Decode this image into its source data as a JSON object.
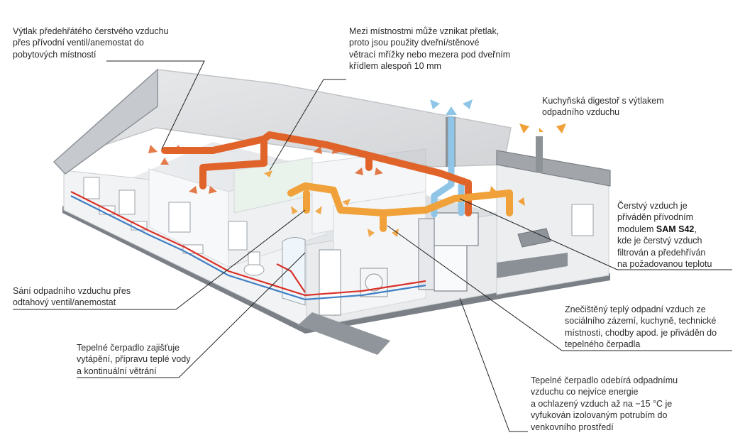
{
  "labels": {
    "supply_air": [
      "Výtlak předehřátého čerstvého vzduchu",
      "přes přívodní ventil/anemostat do",
      "pobytových místností"
    ],
    "overpressure": [
      "Mezi místnostmi může vznikat přetlak,",
      "proto jsou použity dveřní/stěnové",
      "větrací mřížky nebo mezera pod dveřním",
      "křídlem alespoň 10 mm"
    ],
    "kitchen_hood": [
      "Kuchyňská digestoř s výtlakem",
      "odpadního vzduchu"
    ],
    "fresh_air": {
      "lines": [
        "Čerstvý vzduch je",
        "přiváděn přívodním",
        "modulem ",
        "kde je čerstvý vzduch",
        "filtrován a předehříván",
        "na požadovanou teplotu"
      ],
      "module_name": "SAM S42",
      "module_suffix": ","
    },
    "exhaust_intake": [
      "Sání odpadního vzduchu přes",
      "odtahový ventil/anemostat"
    ],
    "dirty_air": [
      "Znečištěný teplý odpadní vzduch ze",
      "sociálního zázemí, kuchyně, technické",
      "místnosti, chodby apod. je přiváděn do",
      "tepelného čerpadla"
    ],
    "heat_pump": [
      "Tepelné čerpadlo zajišťuje",
      "vytápění, přípravu teplé vody",
      "a kontinuální větrání"
    ],
    "energy_extract": [
      "Tepelné čerpadlo odebírá odpadnímu",
      "vzduchu co nejvíce energie",
      "a ochlazený vzduch až na −15 °C je",
      "vyfukován izolovaným potrubím do",
      "venkovního prostředí"
    ]
  },
  "colors": {
    "supply_duct": "#e0642a",
    "exhaust_duct": "#f0a13a",
    "fresh_duct": "#8fc6e8",
    "heating_red": "#d9322a",
    "water_blue": "#3f7fc4",
    "leader": "#222222"
  }
}
